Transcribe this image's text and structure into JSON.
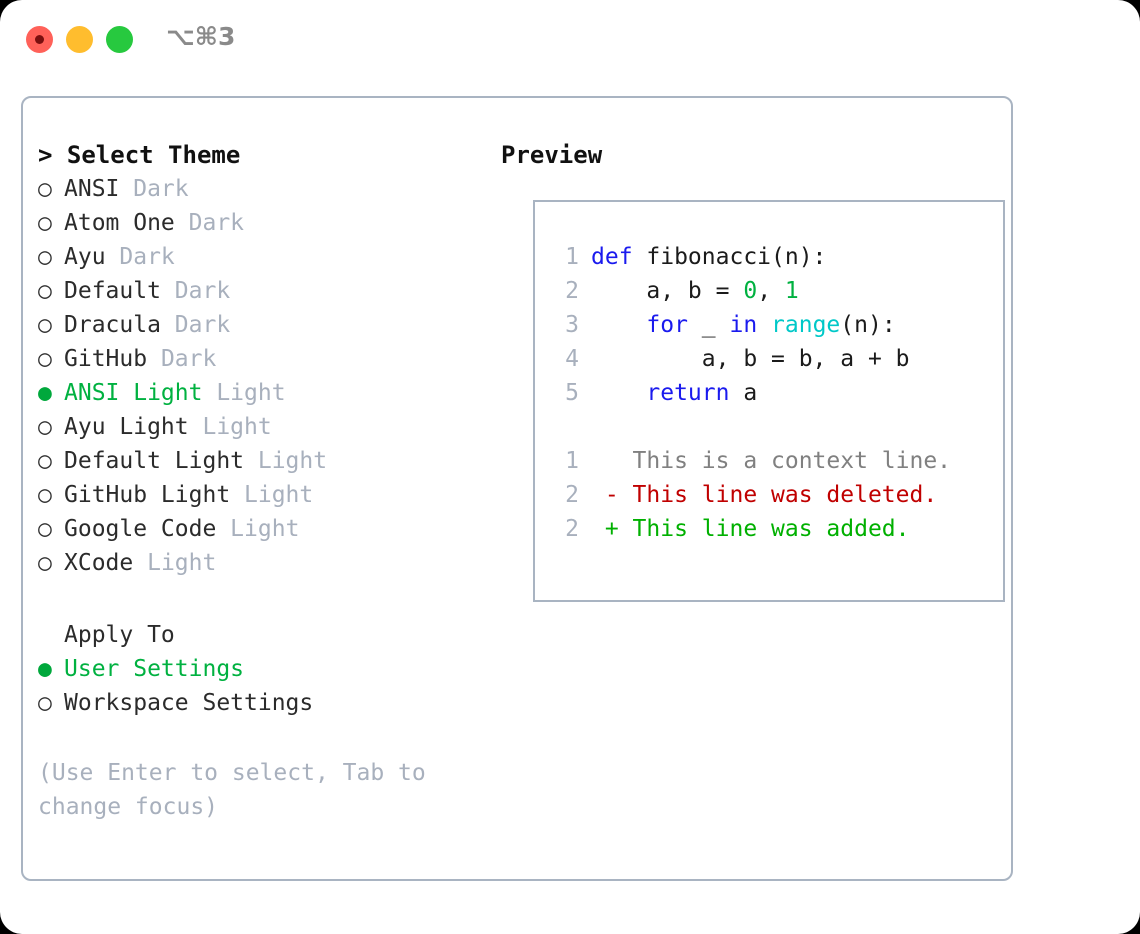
{
  "window": {
    "shortcut_label": "⌥⌘3",
    "traffic_lights": [
      "close-red",
      "minimize-yellow",
      "maximize-green"
    ]
  },
  "left_panel": {
    "heading": "> Select Theme",
    "themes": [
      {
        "bullet": "○",
        "name": "ANSI",
        "variant": "Dark",
        "selected": false
      },
      {
        "bullet": "○",
        "name": "Atom One",
        "variant": "Dark",
        "selected": false
      },
      {
        "bullet": "○",
        "name": "Ayu",
        "variant": "Dark",
        "selected": false
      },
      {
        "bullet": "○",
        "name": "Default",
        "variant": "Dark",
        "selected": false
      },
      {
        "bullet": "○",
        "name": "Dracula",
        "variant": "Dark",
        "selected": false
      },
      {
        "bullet": "○",
        "name": "GitHub",
        "variant": "Dark",
        "selected": false
      },
      {
        "bullet": "●",
        "name": "ANSI Light",
        "variant": "Light",
        "selected": true
      },
      {
        "bullet": "○",
        "name": "Ayu Light",
        "variant": "Light",
        "selected": false
      },
      {
        "bullet": "○",
        "name": "Default Light",
        "variant": "Light",
        "selected": false
      },
      {
        "bullet": "○",
        "name": "GitHub Light",
        "variant": "Light",
        "selected": false
      },
      {
        "bullet": "○",
        "name": "Google Code",
        "variant": "Light",
        "selected": false
      },
      {
        "bullet": "○",
        "name": "XCode",
        "variant": "Light",
        "selected": false
      }
    ],
    "apply_to": {
      "label": "Apply To",
      "options": [
        {
          "bullet": "●",
          "name": "User Settings",
          "selected": true
        },
        {
          "bullet": "○",
          "name": "Workspace Settings",
          "selected": false
        }
      ]
    },
    "hint": "(Use Enter to select, Tab to change focus)"
  },
  "right_panel": {
    "heading": "Preview",
    "code_lines": [
      {
        "n": "1",
        "tokens": [
          {
            "t": "def",
            "c": "kw"
          },
          {
            "t": " fibonacci(n):",
            "c": "fn"
          }
        ]
      },
      {
        "n": "2",
        "tokens": [
          {
            "t": "    a, b = ",
            "c": "pl"
          },
          {
            "t": "0",
            "c": "num"
          },
          {
            "t": ", ",
            "c": "pl"
          },
          {
            "t": "1",
            "c": "num"
          }
        ]
      },
      {
        "n": "3",
        "tokens": [
          {
            "t": "    ",
            "c": "pl"
          },
          {
            "t": "for",
            "c": "kw"
          },
          {
            "t": " _ ",
            "c": "pl"
          },
          {
            "t": "in",
            "c": "kw"
          },
          {
            "t": " ",
            "c": "pl"
          },
          {
            "t": "range",
            "c": "bi"
          },
          {
            "t": "(n):",
            "c": "pl"
          }
        ]
      },
      {
        "n": "4",
        "tokens": [
          {
            "t": "        a, b = b, a + b",
            "c": "pl"
          }
        ]
      },
      {
        "n": "5",
        "tokens": [
          {
            "t": "    ",
            "c": "pl"
          },
          {
            "t": "return",
            "c": "kw"
          },
          {
            "t": " a",
            "c": "pl"
          }
        ]
      }
    ],
    "diff_lines": [
      {
        "n": "1",
        "marker": "  ",
        "text": "This is a context line.",
        "kind": "ctx"
      },
      {
        "n": "2",
        "marker": "- ",
        "text": "This line was deleted.",
        "kind": "del"
      },
      {
        "n": "2",
        "marker": "+ ",
        "text": "This line was added.",
        "kind": "add"
      }
    ]
  },
  "colors": {
    "accent_green": "#00b140",
    "muted": "#a8b0bd",
    "border": "#a9b4c2",
    "keyword_blue": "#1a1aee",
    "builtin_cyan": "#00c8c8",
    "diff_delete": "#c00000",
    "diff_add": "#00b000",
    "traffic_red": "#ff6159",
    "traffic_yellow": "#ffbd2e",
    "traffic_green": "#27c93f"
  }
}
